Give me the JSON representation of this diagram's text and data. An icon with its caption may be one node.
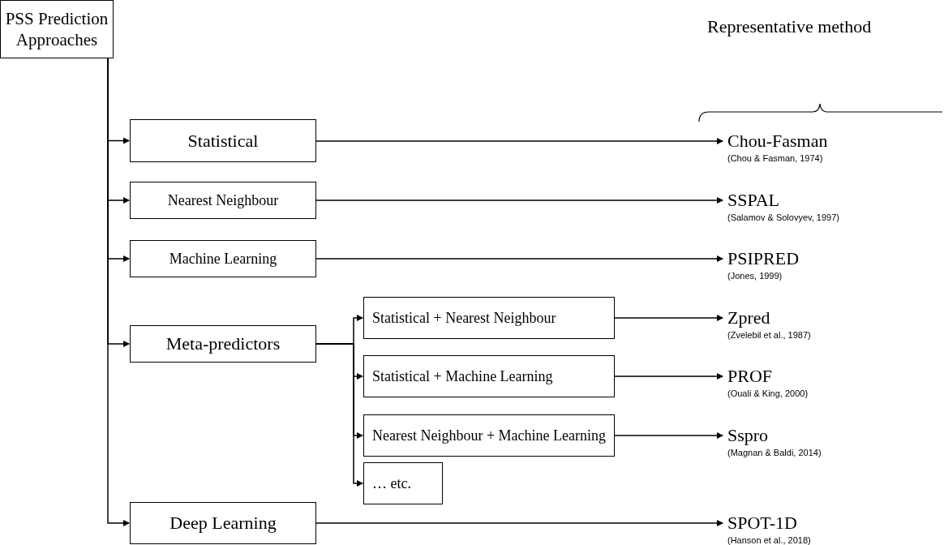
{
  "diagram": {
    "nodes": [
      {
        "text": [
          "PSS Prediction Approaches"
        ]
      },
      {
        "text": [
          "Statistical"
        ]
      },
      {
        "text": [
          "Nearest Neighbour"
        ]
      },
      {
        "text": [
          "Machine Learning"
        ]
      },
      {
        "text": [
          "Meta-predictors"
        ]
      },
      {
        "text": [
          "Statistical + Nearest Neighbour"
        ]
      },
      {
        "text": [
          "Statistical + Machine Learning"
        ]
      },
      {
        "text": [
          "Nearest Neighbour + Machine Learning"
        ]
      },
      {
        "text": [
          "… etc."
        ]
      },
      {
        "text": [
          "Deep Learning"
        ]
      },
      {
        "text": [
          "Chou-Fasman",
          "(Chou & Fasman, 1974)"
        ]
      },
      {
        "text": [
          "SSPAL",
          "(Salamov & Solovyev, 1997)"
        ]
      },
      {
        "text": [
          "PSIPRED",
          "(Jones, 1999)"
        ]
      },
      {
        "text": [
          "Zpred",
          "(Zvelebil et al., 1987)"
        ]
      },
      {
        "text": [
          "PROF",
          "(Ouali & King, 2000)"
        ]
      },
      {
        "text": [
          "Sspro",
          "(Magnan & Baldi, 2014)"
        ]
      },
      {
        "text": [
          "SPOT-1D",
          "(Hanson et al., 2018)"
        ]
      }
    ],
    "edges": [
      {
        "from": 0,
        "to": 1,
        "arrow": "to"
      },
      {
        "from": 0,
        "to": 2,
        "arrow": "to"
      },
      {
        "from": 0,
        "to": 3,
        "arrow": "to"
      },
      {
        "from": 0,
        "to": 4,
        "arrow": "to"
      },
      {
        "from": 0,
        "to": 9,
        "arrow": "to"
      },
      {
        "from": 1,
        "to": 10,
        "arrow": "to"
      },
      {
        "from": 2,
        "to": 11,
        "arrow": "to"
      },
      {
        "from": 3,
        "to": 12,
        "arrow": "to"
      },
      {
        "from": 4,
        "to": 5,
        "arrow": "to"
      },
      {
        "from": 4,
        "to": 6,
        "arrow": "to"
      },
      {
        "from": 4,
        "to": 7,
        "arrow": "to"
      },
      {
        "from": 4,
        "to": 8,
        "arrow": "to"
      },
      {
        "from": 5,
        "to": 13,
        "arrow": "to"
      },
      {
        "from": 6,
        "to": 14,
        "arrow": "to"
      },
      {
        "from": 7,
        "to": 15,
        "arrow": "to"
      },
      {
        "from": 9,
        "to": 16,
        "arrow": "to"
      }
    ],
    "labels": [
      "Representative method"
    ]
  }
}
